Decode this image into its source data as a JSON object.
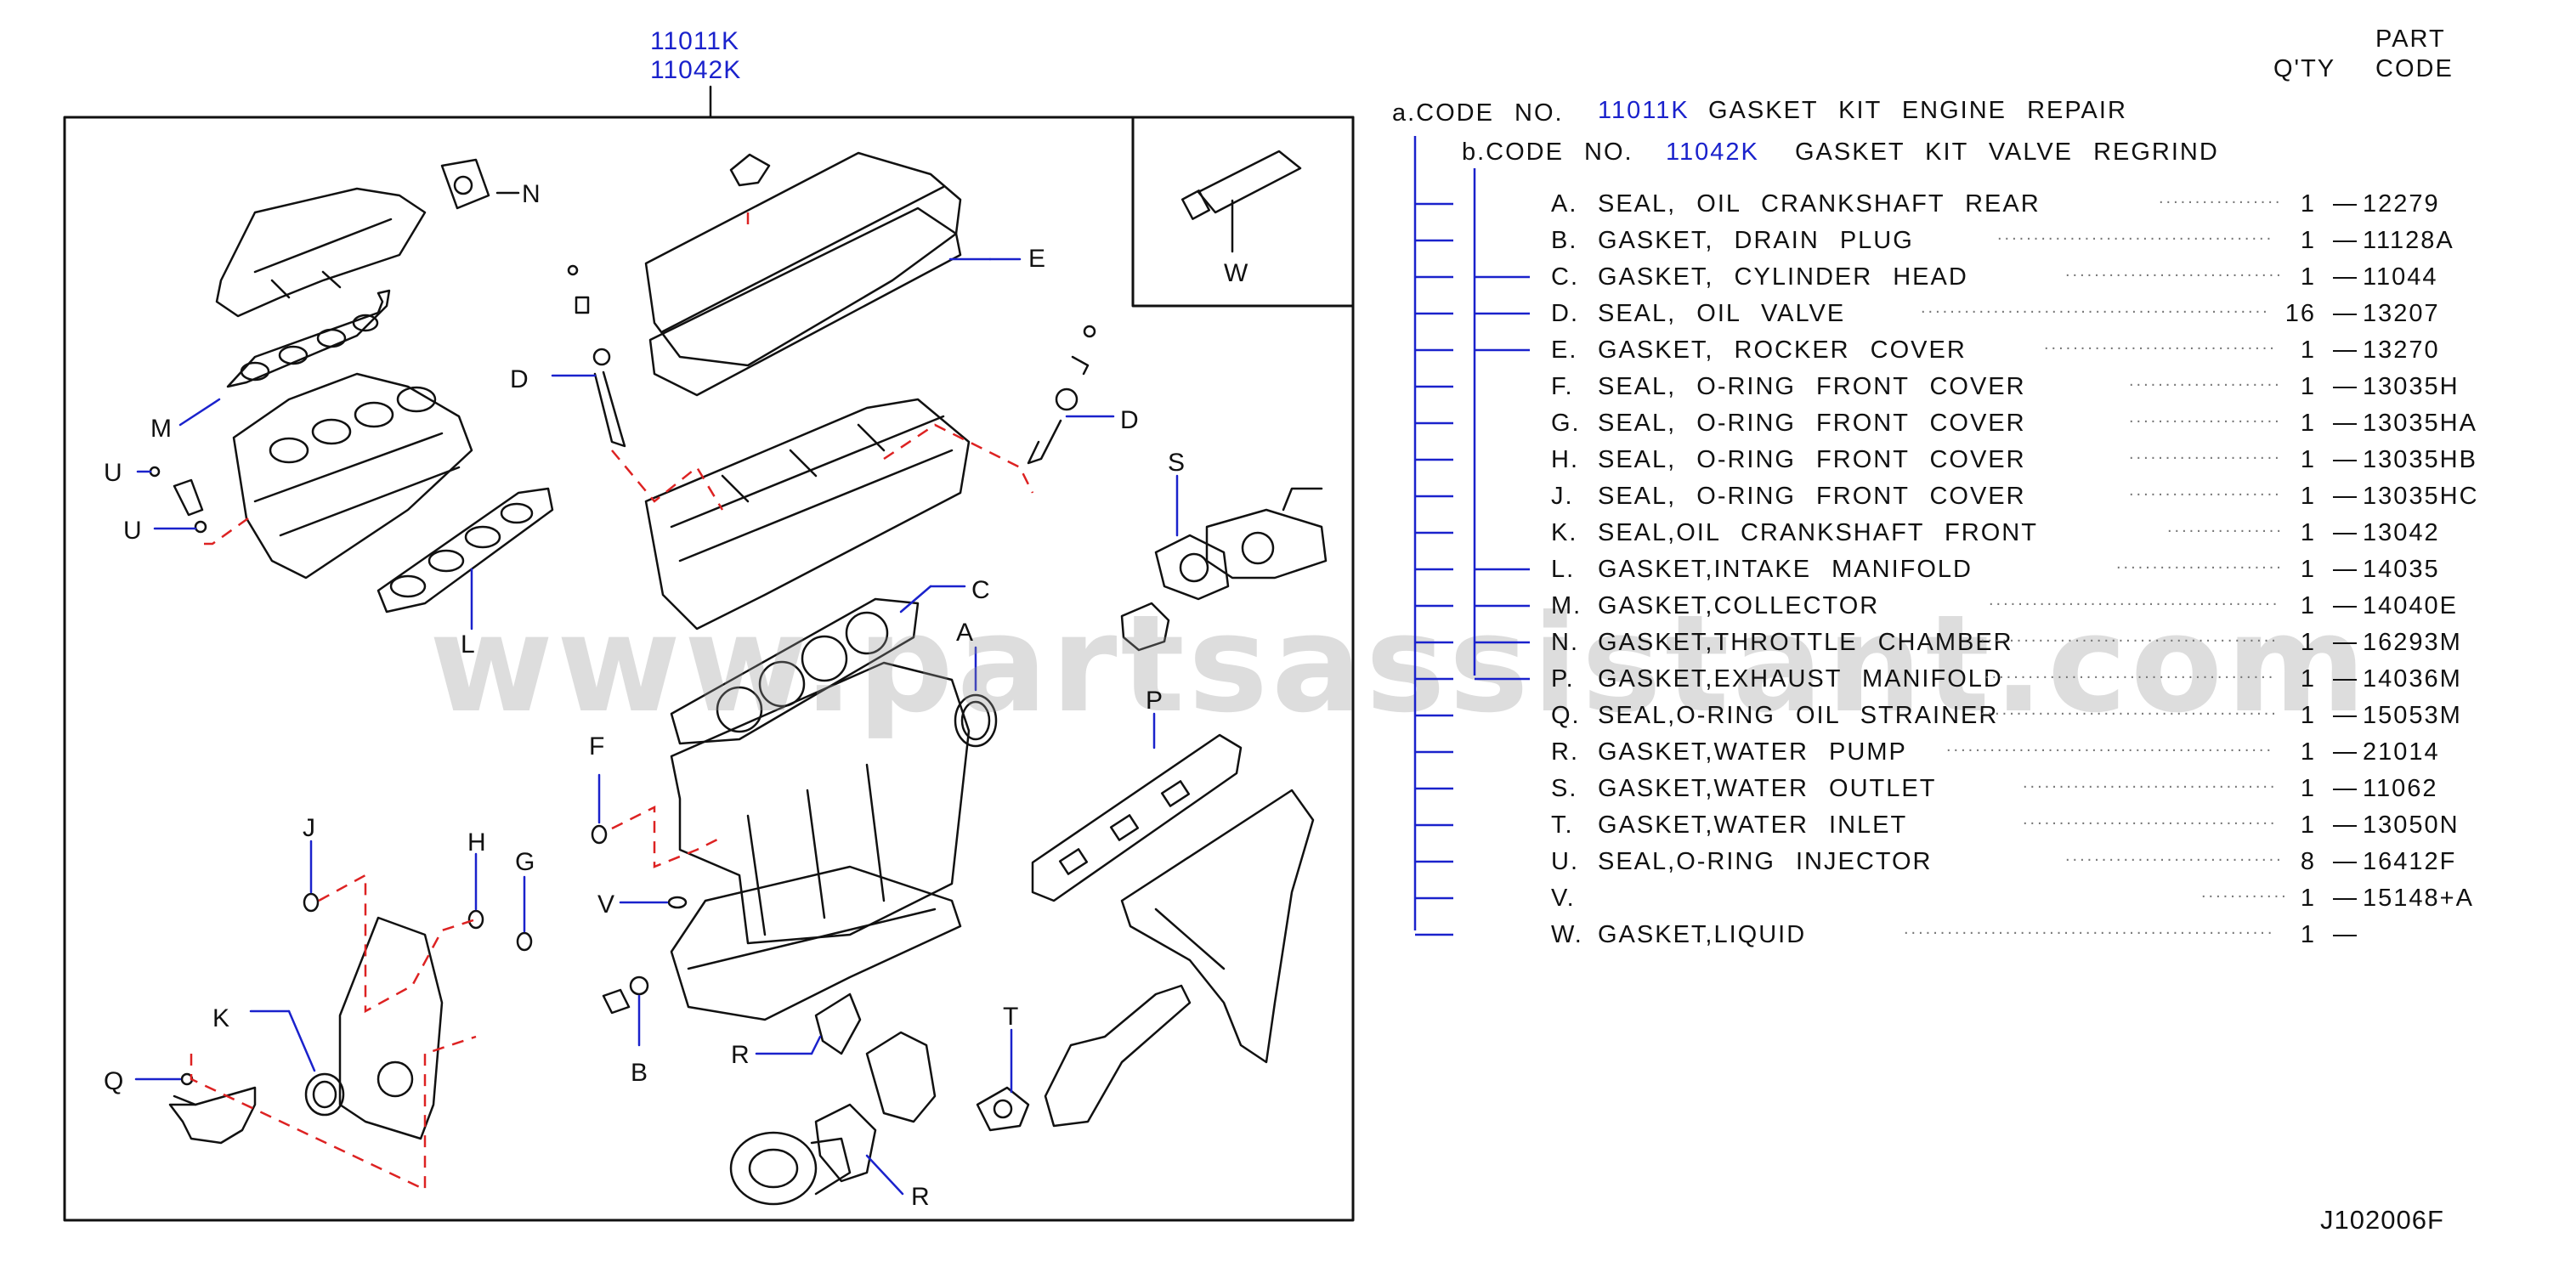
{
  "diagram": {
    "kit_codes_top": [
      "11011K",
      "11042K"
    ],
    "ref_code": "J102006F",
    "watermark": "www.partsassistant.com",
    "callouts": {
      "N": "N",
      "E": "E",
      "W": "W",
      "D_left": "D",
      "D_right": "D",
      "M": "M",
      "U_top": "U",
      "U_bottom": "U",
      "S": "S",
      "L": "L",
      "C": "C",
      "A": "A",
      "F": "F",
      "P": "P",
      "J": "J",
      "H": "H",
      "G": "G",
      "V": "V",
      "K": "K",
      "B": "B",
      "R_top": "R",
      "T": "T",
      "Q": "Q",
      "R_bottom": "R"
    }
  },
  "legend": {
    "header_qty": "Q'TY",
    "header_part": "PART",
    "header_code": "CODE",
    "kit_a": {
      "prefix": "a.CODE   NO.",
      "code": "11011K",
      "desc": "GASKET  KIT  ENGINE  REPAIR"
    },
    "kit_b": {
      "prefix": "b.CODE   NO.",
      "code": "11042K",
      "desc": "GASKET  KIT  VALVE  REGRIND"
    },
    "items": [
      {
        "letter": "A.",
        "desc": "SEAL,  OIL  CRANKSHAFT  REAR",
        "qty": "1",
        "code": "12279"
      },
      {
        "letter": "B.",
        "desc": "GASKET,  DRAIN  PLUG",
        "qty": "1",
        "code": "11128A"
      },
      {
        "letter": "C.",
        "desc": "GASKET,  CYLINDER  HEAD",
        "qty": "1",
        "code": "11044"
      },
      {
        "letter": "D.",
        "desc": "SEAL,  OIL  VALVE",
        "qty": "16",
        "code": "13207"
      },
      {
        "letter": "E.",
        "desc": "GASKET,  ROCKER  COVER",
        "qty": "1",
        "code": "13270"
      },
      {
        "letter": "F.",
        "desc": "SEAL,  O-RING  FRONT  COVER",
        "qty": "1",
        "code": "13035H"
      },
      {
        "letter": "G.",
        "desc": "SEAL,  O-RING  FRONT  COVER",
        "qty": "1",
        "code": "13035HA"
      },
      {
        "letter": "H.",
        "desc": "SEAL,  O-RING  FRONT  COVER",
        "qty": "1",
        "code": "13035HB"
      },
      {
        "letter": "J.",
        "desc": "SEAL,  O-RING  FRONT  COVER",
        "qty": "1",
        "code": "13035HC"
      },
      {
        "letter": "K.",
        "desc": "SEAL,OIL  CRANKSHAFT  FRONT",
        "qty": "1",
        "code": "13042"
      },
      {
        "letter": "L.",
        "desc": "GASKET,INTAKE  MANIFOLD",
        "qty": "1",
        "code": "14035"
      },
      {
        "letter": "M.",
        "desc": "GASKET,COLLECTOR",
        "qty": "1",
        "code": "14040E"
      },
      {
        "letter": "N.",
        "desc": "GASKET,THROTTLE  CHAMBER",
        "qty": "1",
        "code": "16293M"
      },
      {
        "letter": "P.",
        "desc": "GASKET,EXHAUST  MANIFOLD",
        "qty": "1",
        "code": "14036M"
      },
      {
        "letter": "Q.",
        "desc": "SEAL,O-RING  OIL  STRAINER",
        "qty": "1",
        "code": "15053M"
      },
      {
        "letter": "R.",
        "desc": "GASKET,WATER  PUMP",
        "qty": "1",
        "code": "21014"
      },
      {
        "letter": "S.",
        "desc": "GASKET,WATER  OUTLET",
        "qty": "1",
        "code": "11062"
      },
      {
        "letter": "T.",
        "desc": "GASKET,WATER  INLET",
        "qty": "1",
        "code": "13050N"
      },
      {
        "letter": "U.",
        "desc": "SEAL,O-RING  INJECTOR",
        "qty": "8",
        "code": "16412F"
      },
      {
        "letter": "V.",
        "desc": "",
        "qty": "1",
        "code": "15148+A"
      },
      {
        "letter": "W.",
        "desc": "GASKET,LIQUID",
        "qty": "1",
        "code": ""
      }
    ]
  },
  "colors": {
    "accent_blue": "#1a22cc",
    "dash_red": "#dd2222",
    "line": "#111111"
  }
}
